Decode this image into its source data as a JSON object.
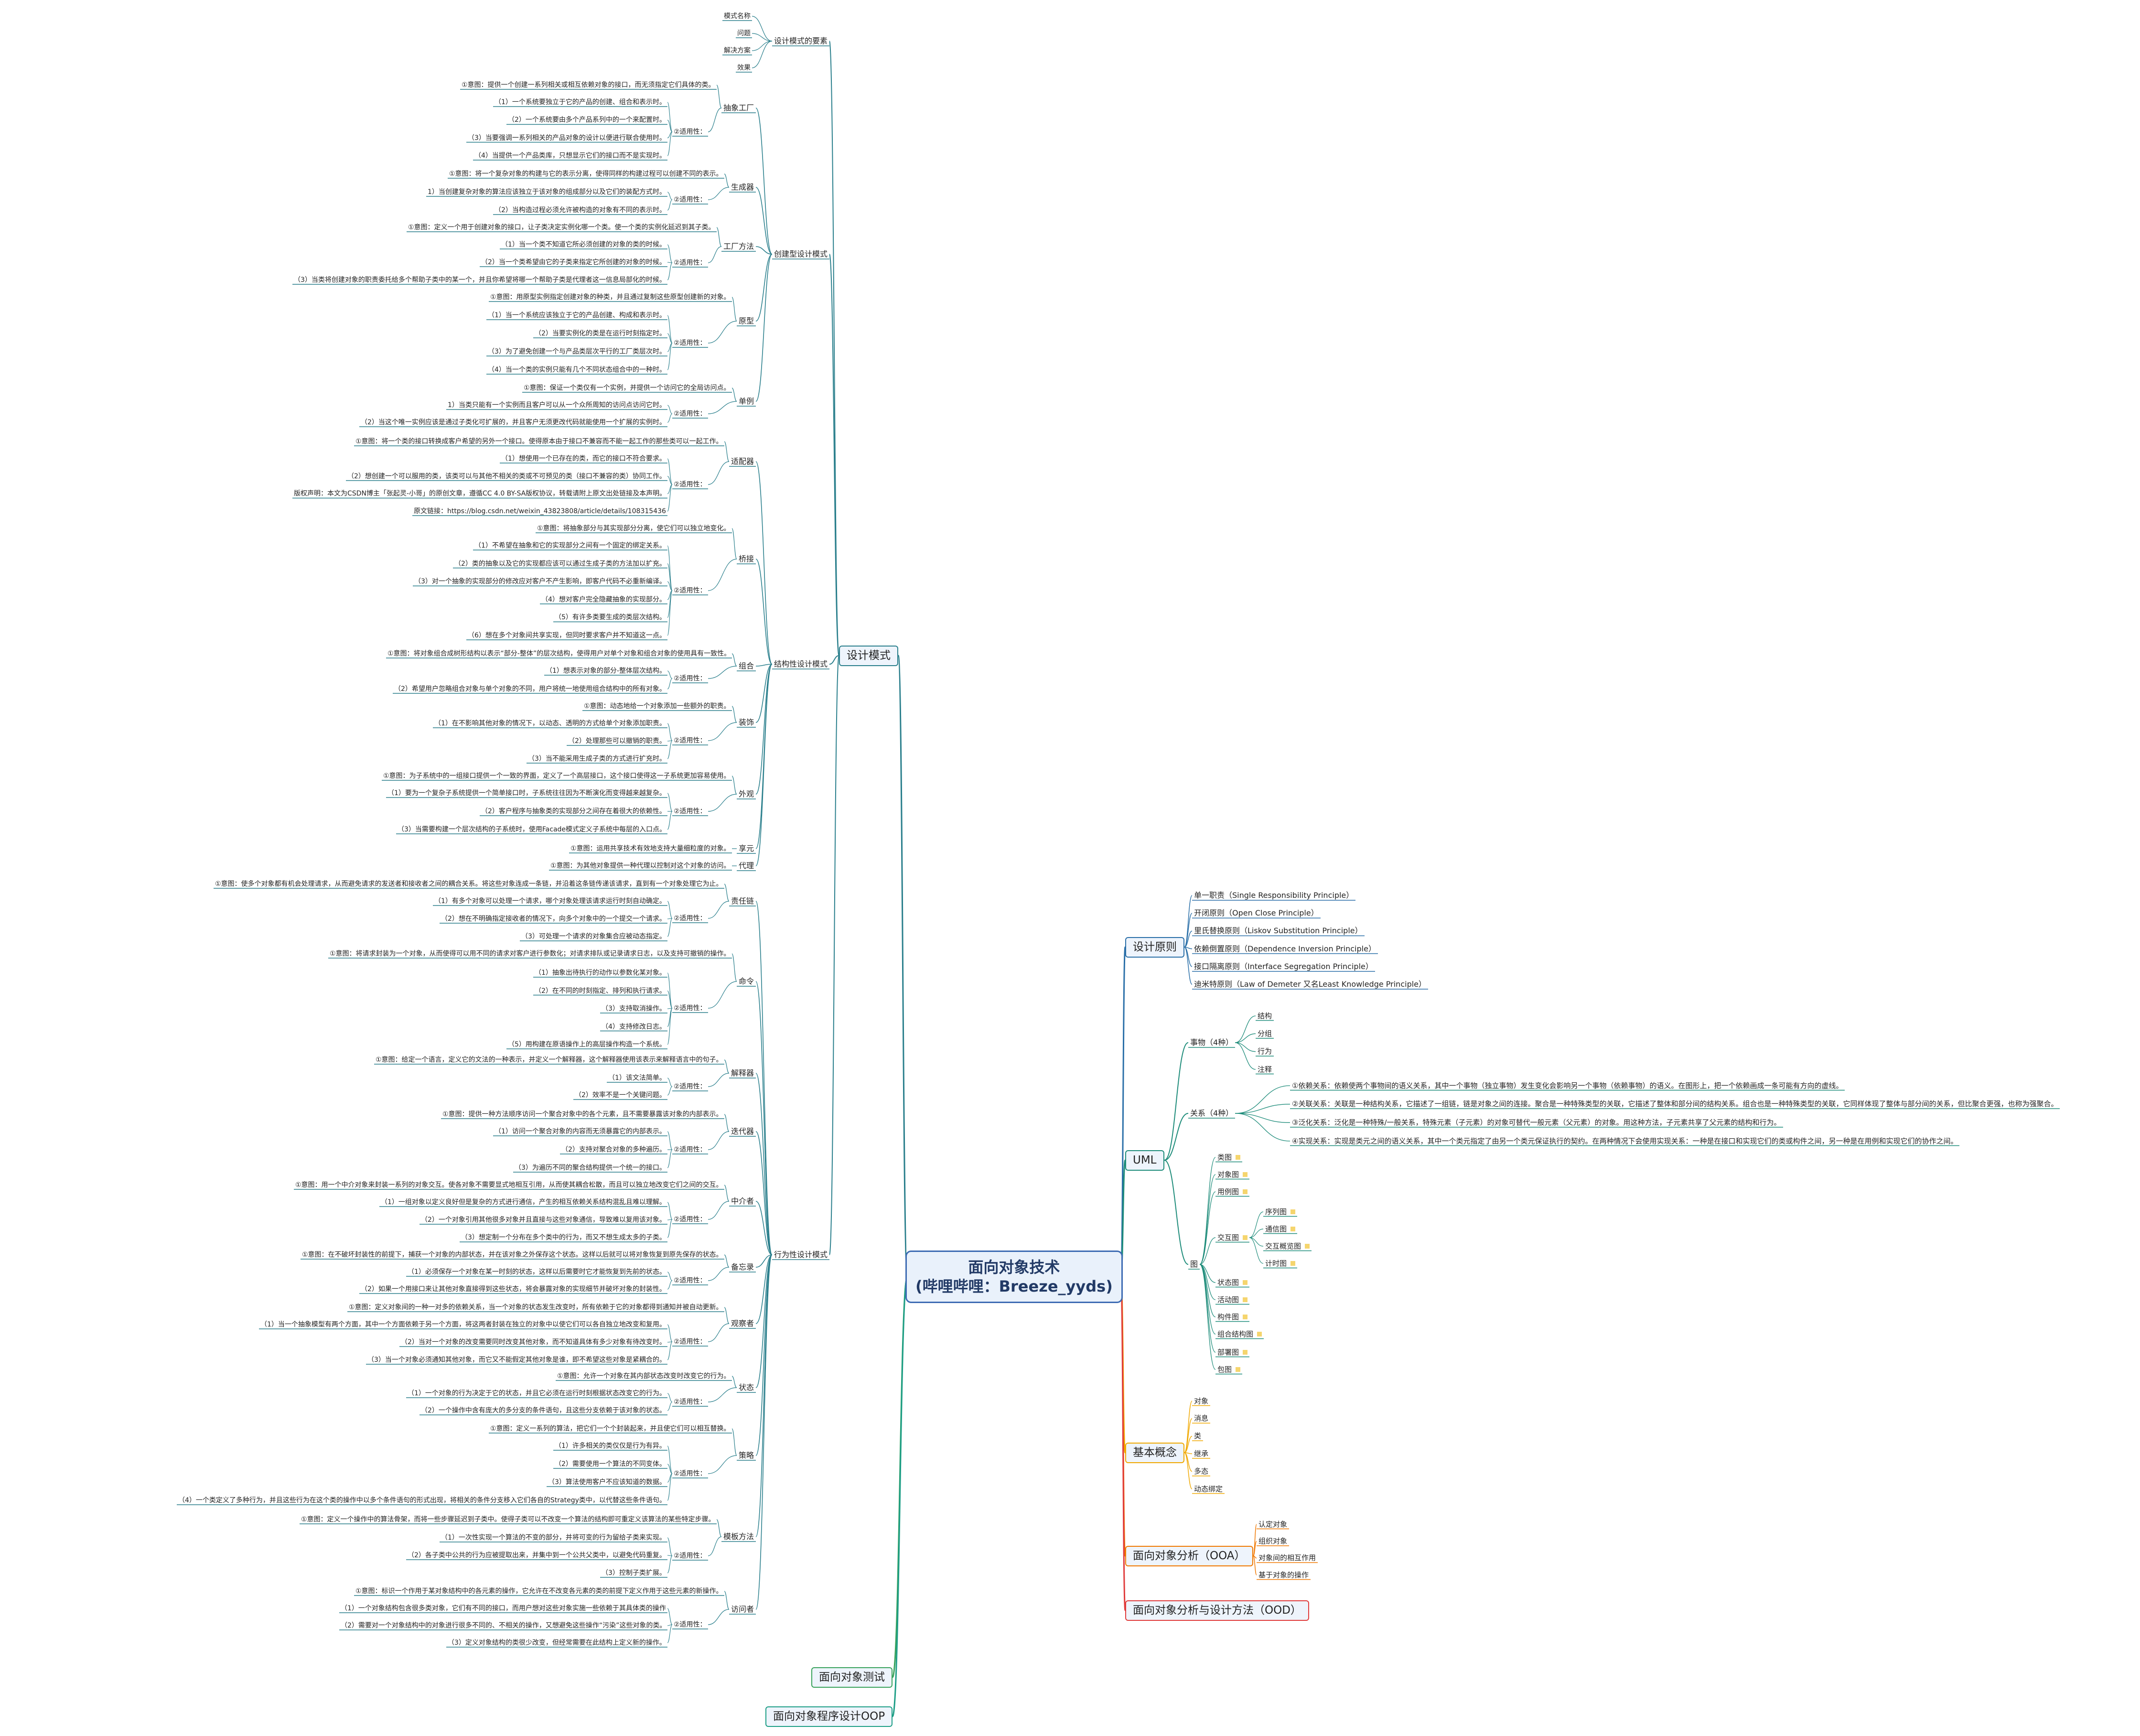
{
  "root": {
    "line1": "面向对象技术",
    "line2": "(哔哩哔哩：Breeze_yyds)"
  },
  "branch_colors": {
    "design_patterns": "#2a7f8c",
    "principles": "#2a6fa8",
    "uml": "#1e8c7a",
    "basics": "#f0a800",
    "ooa": "#f07800",
    "ood": "#e03c3c",
    "test": "#3aa35c",
    "oop": "#1e9e86"
  },
  "main": {
    "design_patterns": "设计模式",
    "principles": "设计原则",
    "uml": "UML",
    "basics": "基本概念",
    "ooa": "面向对象分析（OOA）",
    "ood": "面向对象分析与设计方法（OOD）",
    "test": "面向对象测试",
    "oop": "面向对象程序设计OOP"
  },
  "design_patterns": {
    "elements": {
      "label": "设计模式的要素",
      "items": [
        "模式名称",
        "问题",
        "解决方案",
        "效果"
      ]
    },
    "creational": {
      "label": "创建型设计模式",
      "patterns": [
        {
          "name": "抽象工厂",
          "intent": "①意图：提供一个创建一系列相关或相互依赖对象的接口，而无须指定它们具体的类。",
          "applies": [
            "（1）一个系统要独立于它的产品的创建、组合和表示时。",
            "（2）一个系统要由多个产品系列中的一个来配置时。",
            "（3）当要强调一系列相关的产品对象的设计以便进行联合使用时。",
            "（4）当提供一个产品类库，只想显示它们的接口而不是实现时。"
          ]
        },
        {
          "name": "生成器",
          "intent": "①意图：将一个复杂对象的构建与它的表示分离，使得同样的构建过程可以创建不同的表示。",
          "applies": [
            "1）当创建复杂对象的算法应该独立于该对象的组成部分以及它们的装配方式时。",
            "（2）当构造过程必须允许被构造的对象有不同的表示时。"
          ]
        },
        {
          "name": "工厂方法",
          "intent": "①意图：定义一个用于创建对象的接口，让子类决定实例化哪一个类。使一个类的实例化延迟到其子类。",
          "applies": [
            "（1）当一个类不知道它所必须创建的对象的类的时候。",
            "（2）当一个类希望由它的子类来指定它所创建的对象的时候。",
            "（3）当类将创建对象的职责委托给多个帮助子类中的某一个，并且你希望将哪一个帮助子类是代理者这一信息局部化的时候。"
          ]
        },
        {
          "name": "原型",
          "intent": "①意图：用原型实例指定创建对象的种类，并且通过复制这些原型创建新的对象。",
          "applies": [
            "（1）当一个系统应该独立于它的产品创建、构成和表示时。",
            "（2）当要实例化的类是在运行时刻指定时。",
            "（3）为了避免创建一个与产品类层次平行的工厂类层次时。",
            "（4）当一个类的实例只能有几个不同状态组合中的一种时。"
          ]
        },
        {
          "name": "单例",
          "intent": "①意图：保证一个类仅有一个实例，并提供一个访问它的全局访问点。",
          "applies": [
            "1）当类只能有一个实例而且客户可以从一个众所周知的访问点访问它时。",
            "（2）当这个唯一实例应该是通过子类化可扩展的，并且客户无须更改代码就能使用一个扩展的实例时。"
          ]
        }
      ]
    },
    "structural": {
      "label": "结构性设计模式",
      "patterns": [
        {
          "name": "适配器",
          "intent": "①意图：将一个类的接口转换成客户希望的另外一个接口。使得原本由于接口不兼容而不能一起工作的那些类可以一起工作。",
          "applies": [
            "（1）想使用一个已存在的类，而它的接口不符合要求。",
            "（2）想创建一个可以服用的类，该类可以与其他不相关的类或不可预见的类（接口不兼容的类）协同工作。",
            "版权声明：本文为CSDN博主「张起灵-小哥」的原创文章，遵循CC 4.0 BY-SA版权协议，转载请附上原文出处链接及本声明。",
            "原文链接：https://blog.csdn.net/weixin_43823808/article/details/108315436"
          ]
        },
        {
          "name": "桥接",
          "intent": "①意图：将抽象部分与其实现部分分离，使它们可以独立地变化。",
          "applies": [
            "（1）不希望在抽象和它的实现部分之间有一个固定的绑定关系。",
            "（2）类的抽象以及它的实现都应该可以通过生成子类的方法加以扩充。",
            "（3）对一个抽象的实现部分的修改应对客户不产生影响，即客户代码不必重新编译。",
            "（4）想对客户完全隐藏抽象的实现部分。",
            "（5）有许多类要生成的类层次结构。",
            "（6）想在多个对象间共享实现，但同时要求客户并不知道这一点。"
          ]
        },
        {
          "name": "组合",
          "intent": "①意图：将对象组合成树形结构以表示“部分-整体”的层次结构，使得用户对单个对象和组合对象的使用具有一致性。",
          "applies": [
            "（1）想表示对象的部分-整体层次结构。",
            "（2）希望用户忽略组合对象与单个对象的不同，用户将统一地使用组合结构中的所有对象。"
          ]
        },
        {
          "name": "装饰",
          "intent": "①意图：动态地给一个对象添加一些额外的职责。",
          "applies": [
            "（1）在不影响其他对象的情况下，以动态、透明的方式给单个对象添加职责。",
            "（2）处理那些可以撤销的职责。",
            "（3）当不能采用生成子类的方式进行扩充时。"
          ]
        },
        {
          "name": "外观",
          "intent": "①意图：为子系统中的一组接口提供一个一致的界面，定义了一个高层接口，这个接口使得这一子系统更加容易使用。",
          "applies": [
            "（1）要为一个复杂子系统提供一个简单接口时，子系统往往因为不断演化而变得越来越复杂。",
            "（2）客户程序与抽象类的实现部分之间存在着很大的依赖性。",
            "（3）当需要构建一个层次结构的子系统时，使用Facade模式定义子系统中每层的入口点。"
          ]
        },
        {
          "name": "享元",
          "intent": "①意图：运用共享技术有效地支持大量细粒度的对象。",
          "applies": []
        },
        {
          "name": "代理",
          "intent": "①意图：为其他对象提供一种代理以控制对这个对象的访问。",
          "applies": []
        }
      ]
    },
    "behavioral": {
      "label": "行为性设计模式",
      "patterns": [
        {
          "name": "责任链",
          "intent": "①意图：使多个对象都有机会处理请求，从而避免请求的发送者和接收者之间的耦合关系。将这些对象连成一条链，并沿着这条链传递该请求，直到有一个对象处理它为止。",
          "applies": [
            "（1）有多个对象可以处理一个请求，哪个对象处理该请求运行时刻自动确定。",
            "（2）想在不明确指定接收者的情况下，向多个对象中的一个提交一个请求。",
            "（3）可处理一个请求的对象集合应被动态指定。"
          ]
        },
        {
          "name": "命令",
          "intent": "①意图：将请求封装为一个对象，从而使得可以用不同的请求对客户进行参数化；对请求排队或记录请求日志，以及支持可撤销的操作。",
          "applies": [
            "（1）抽象出待执行的动作以参数化某对象。",
            "（2）在不同的时刻指定、排列和执行请求。",
            "（3）支持取消操作。",
            "（4）支持修改日志。",
            "（5）用构建在原语操作上的高层操作构造一个系统。"
          ]
        },
        {
          "name": "解释器",
          "intent": "①意图：给定一个语言，定义它的文法的一种表示，并定义一个解释器，这个解释器使用该表示来解释语言中的句子。",
          "applies": [
            "（1）该文法简单。",
            "（2）效率不是一个关键问题。"
          ]
        },
        {
          "name": "迭代器",
          "intent": "①意图：提供一种方法顺序访问一个聚合对象中的各个元素，且不需要暴露该对象的内部表示。",
          "applies": [
            "（1）访问一个聚合对象的内容而无须暴露它的内部表示。",
            "（2）支持对聚合对象的多种遍历。",
            "（3）为遍历不同的聚合结构提供一个统一的接口。"
          ]
        },
        {
          "name": "中介者",
          "intent": "①意图：用一个中介对象来封装一系列的对象交互。使各对象不需要显式地相互引用，从而使其耦合松散，而且可以独立地改变它们之间的交互。",
          "applies": [
            "（1）一组对象以定义良好但是复杂的方式进行通信，产生的相互依赖关系结构混乱且难以理解。",
            "（2）一个对象引用其他很多对象并且直接与这些对象通信，导致难以复用该对象。",
            "（3）想定制一个分布在多个类中的行为，而又不想生成太多的子类。"
          ]
        },
        {
          "name": "备忘录",
          "intent": "①意图：在不破坏封装性的前提下，捕获一个对象的内部状态，并在该对象之外保存这个状态。这样以后就可以将对象恢复到原先保存的状态。",
          "applies": [
            "（1）必须保存一个对象在某一时刻的状态，这样以后需要时它才能恢复到先前的状态。",
            "（2）如果一个用接口来让其他对象直接得到这些状态，将会暴露对象的实现细节并破坏对象的封装性。"
          ]
        },
        {
          "name": "观察者",
          "intent": "①意图：定义对象间的一种一对多的依赖关系，当一个对象的状态发生改变时，所有依赖于它的对象都得到通知并被自动更新。",
          "applies": [
            "（1）当一个抽象模型有两个方面，其中一个方面依赖于另一个方面，将这两者封装在独立的对象中以使它们可以各自独立地改变和复用。",
            "（2）当对一个对象的改变需要同时改变其他对象，而不知道具体有多少对象有待改变时。",
            "（3）当一个对象必须通知其他对象，而它又不能假定其他对象是谁，即不希望这些对象是紧耦合的。"
          ]
        },
        {
          "name": "状态",
          "intent": "①意图：允许一个对象在其内部状态改变时改变它的行为。",
          "applies": [
            "（1）一个对象的行为决定于它的状态，并且它必须在运行时刻根据状态改变它的行为。",
            "（2）一个操作中含有庞大的多分支的条件语句，且这些分支依赖于该对象的状态。"
          ]
        },
        {
          "name": "策略",
          "intent": "①意图：定义一系列的算法，把它们一个个封装起来，并且使它们可以相互替换。",
          "applies": [
            "（1）许多相关的类仅仅是行为有异。",
            "（2）需要使用一个算法的不同变体。",
            "（3）算法使用客户不应该知道的数据。",
            "（4）一个类定义了多种行为，并且这些行为在这个类的操作中以多个条件语句的形式出现，将相关的条件分支移入它们各自的Strategy类中，以代替这些条件语句。"
          ]
        },
        {
          "name": "模板方法",
          "intent": "①意图：定义一个操作中的算法骨架，而将一些步骤延迟到子类中。使得子类可以不改变一个算法的结构即可重定义该算法的某些特定步骤。",
          "applies": [
            "（1）一次性实现一个算法的不变的部分，并将可变的行为留给子类来实现。",
            "（2）各子类中公共的行为应被提取出来，并集中到一个公共父类中，以避免代码重复。",
            "（3）控制子类扩展。"
          ]
        },
        {
          "name": "访问者",
          "intent": "①意图：标识一个作用于某对象结构中的各元素的操作，它允许在不改变各元素的类的前提下定义作用于这些元素的新操作。",
          "applies": [
            "（1）一个对象结构包含很多类对象，它们有不同的接口，而用户想对这些对象实施一些依赖于其具体类的操作",
            "（2）需要对一个对象结构中的对象进行很多不同的、不相关的操作，又想避免这些操作“污染”这些对象的类。",
            "（3）定义对象结构的类很少改变，但经常需要在此结构上定义新的操作。"
          ]
        }
      ]
    },
    "applies_label": "②适用性："
  },
  "principles": [
    "单一职责（Single Responsibility Principle）",
    "开闭原则（Open Close Principle）",
    "里氏替换原则（Liskov Substitution Principle）",
    "依赖倒置原则（Dependence Inversion Principle）",
    "接口隔离原则（Interface Segregation Principle）",
    "迪米特原则（Law of Demeter 又名Least Knowledge Principle）"
  ],
  "uml": {
    "things": {
      "label": "事物（4种）",
      "items": [
        "结构",
        "分组",
        "行为",
        "注释"
      ]
    },
    "relations": {
      "label": "关系（4种）",
      "items": [
        "①依赖关系：依赖使两个事物间的语义关系，其中一个事物（独立事物）发生变化会影响另一个事物（依赖事物）的语义。在图形上，把一个依赖画成一条可能有方向的虚线。",
        "②关联关系：关联是一种结构关系，它描述了一组链，链是对象之间的连接。聚合是一种特殊类型的关联，它描述了整体和部分间的结构关系。组合也是一种特殊类型的关联，它同样体现了整体与部分间的关系，但比聚合更强，也称为强聚合。",
        "③泛化关系：泛化是一种特殊/一般关系，特殊元素（子元素）的对象可替代一般元素（父元素）的对象。用这种方法，子元素共享了父元素的结构和行为。",
        "④实现关系：实现是类元之间的语义关系，其中一个类元指定了由另一个类元保证执行的契约。在两种情况下会使用实现关系：一种是在接口和实现它们的类或构件之间，另一种是在用例和实现它们的协作之间。"
      ]
    },
    "diagrams": {
      "label": "图",
      "items": [
        "类图",
        "对象图",
        "用例图",
        "交互图",
        "状态图",
        "活动图",
        "构件图",
        "组合结构图",
        "部署图",
        "包图"
      ],
      "interaction": [
        "序列图",
        "通信图",
        "交互概览图",
        "计时图"
      ]
    }
  },
  "basics": [
    "对象",
    "消息",
    "类",
    "继承",
    "多态",
    "动态绑定"
  ],
  "ooa": [
    "认定对象",
    "组织对象",
    "对象间的相互作用",
    "基于对象的操作"
  ]
}
